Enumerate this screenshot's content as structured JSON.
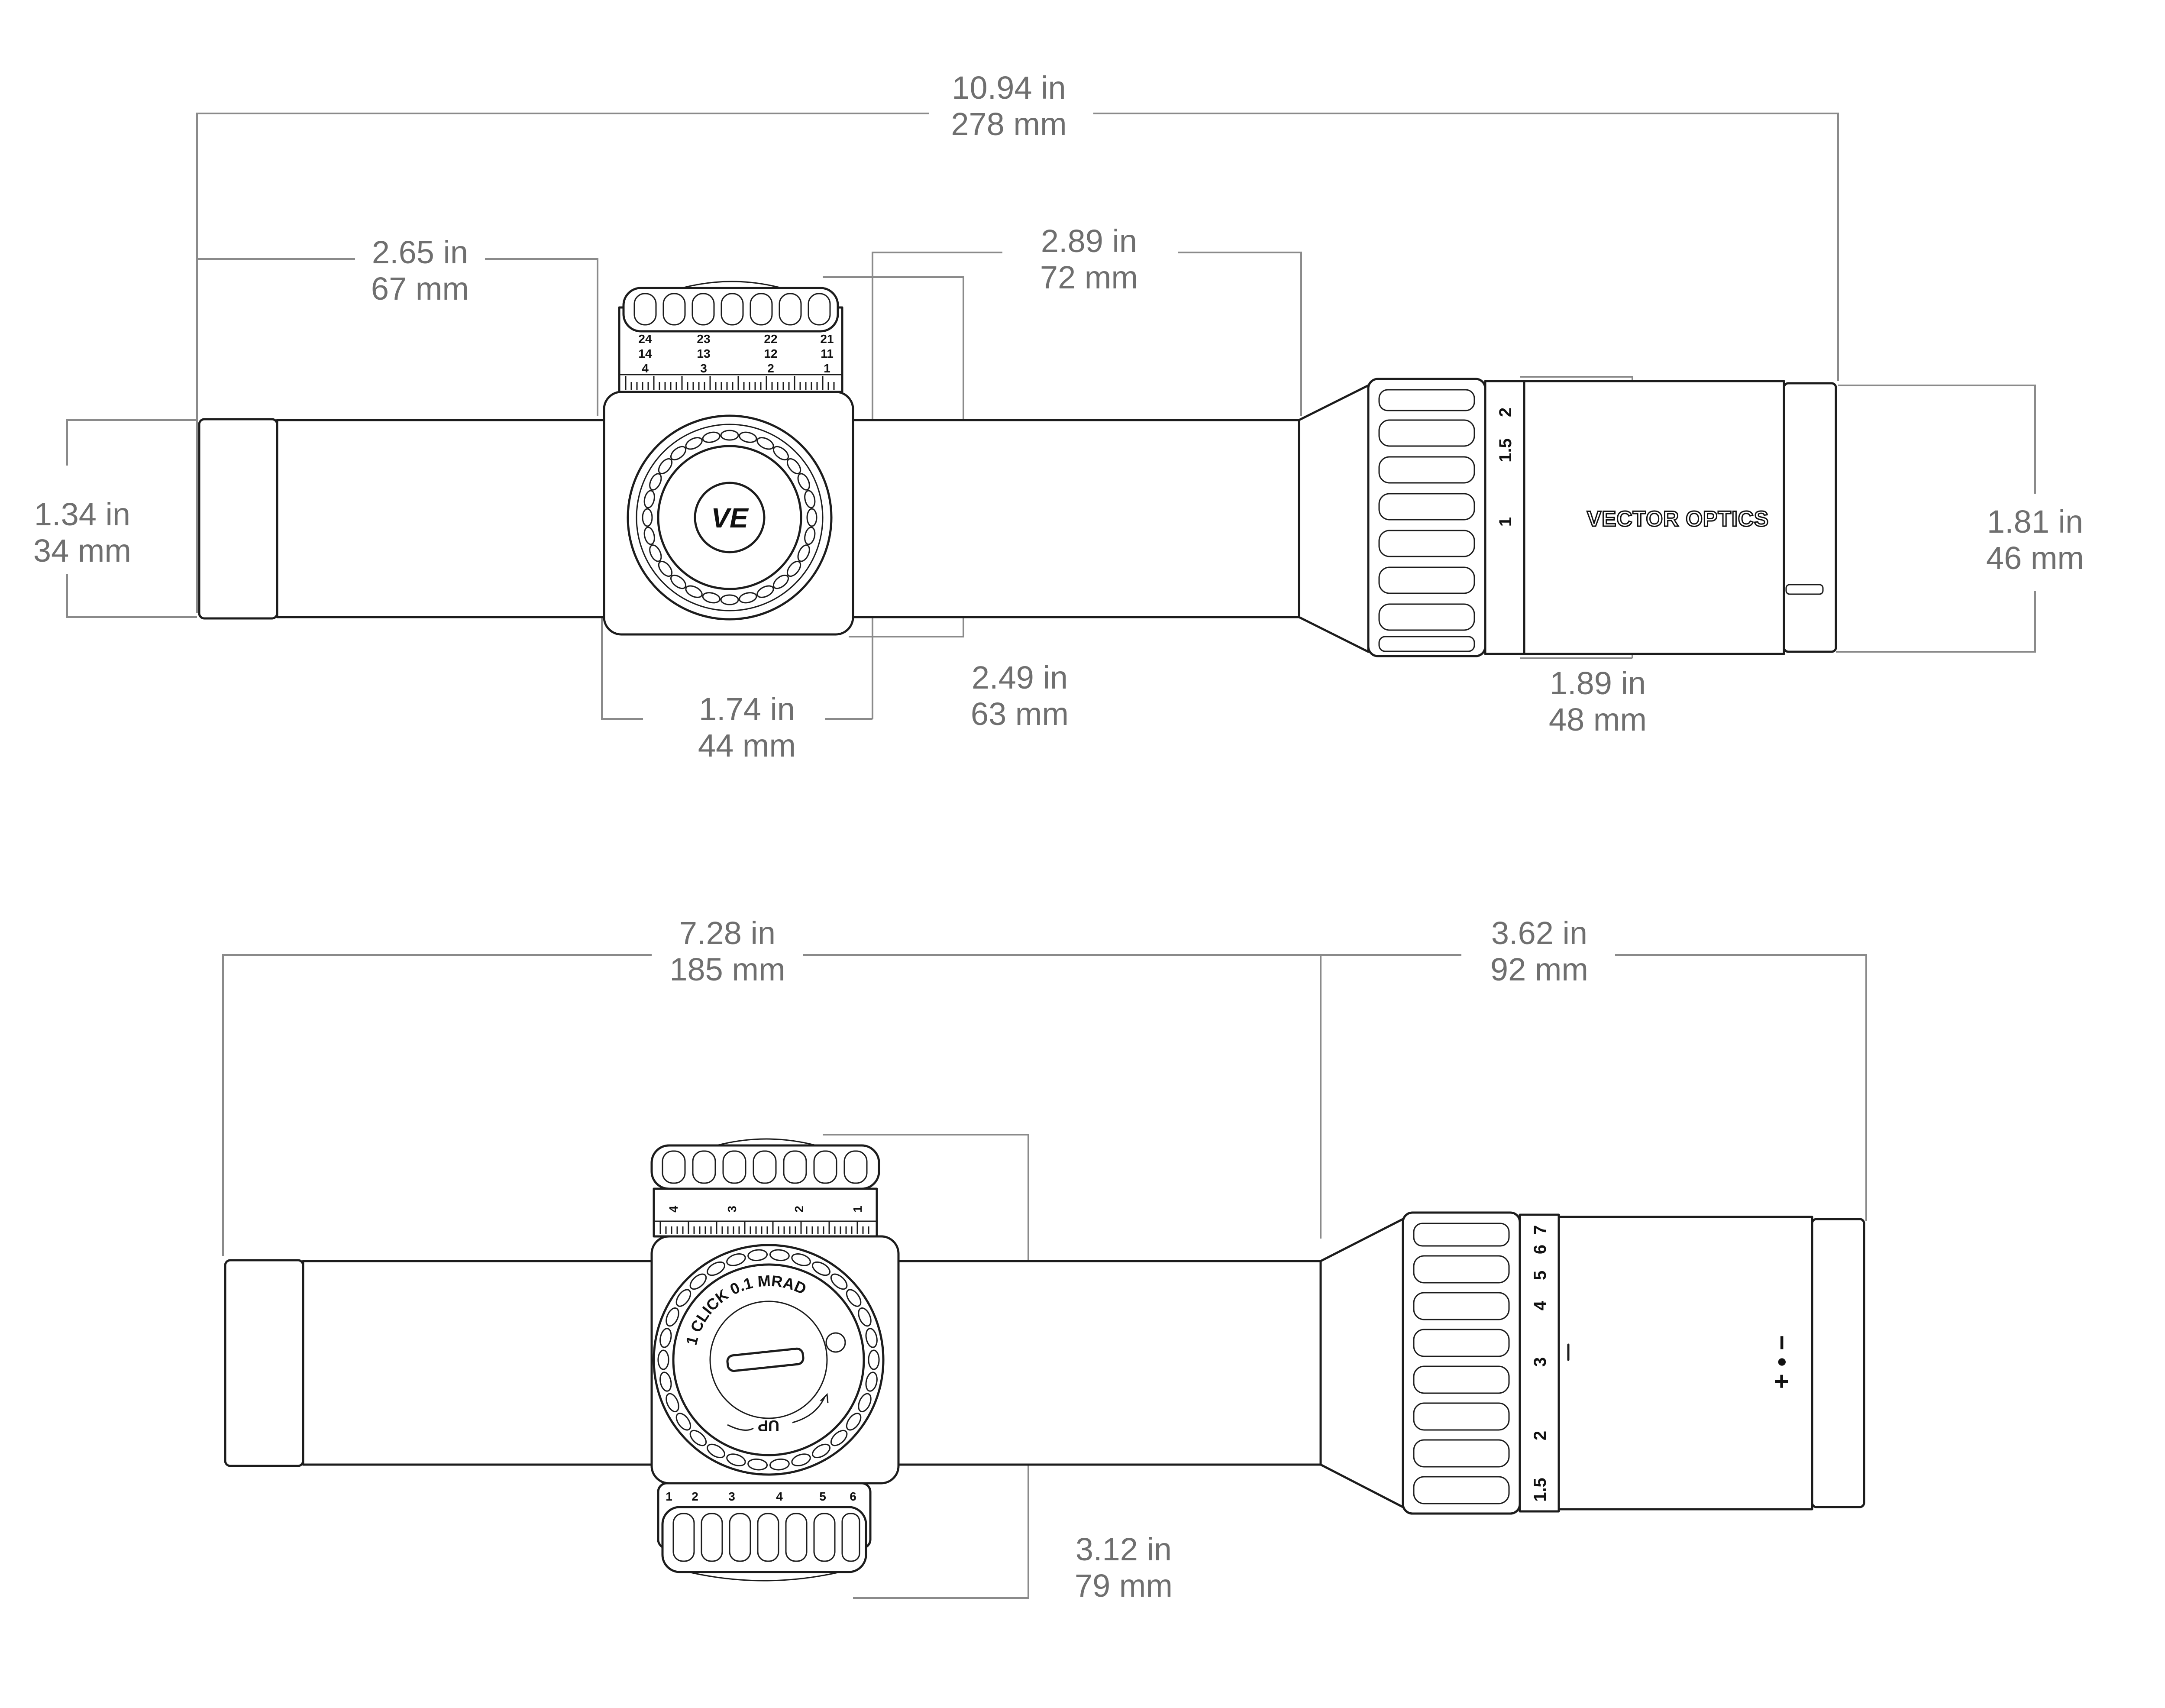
{
  "top_view": {
    "overall_length": {
      "in": "10.94 in",
      "mm": "278 mm"
    },
    "front_to_turret": {
      "in": "2.65 in",
      "mm": "67 mm"
    },
    "turret_to_eyepiece": {
      "in": "2.89 in",
      "mm": "72 mm"
    },
    "tube_diameter": {
      "in": "1.34 in",
      "mm": "34 mm"
    },
    "turret_width": {
      "in": "1.74 in",
      "mm": "44 mm"
    },
    "turret_height": {
      "in": "2.49 in",
      "mm": "63 mm"
    },
    "eyepiece_length": {
      "in": "1.89 in",
      "mm": "48 mm"
    },
    "eyepiece_diameter": {
      "in": "1.81 in",
      "mm": "46 mm"
    },
    "turret_scale_rows": [
      [
        "24",
        "23",
        "22",
        "21"
      ],
      [
        "14",
        "13",
        "12",
        "11"
      ],
      [
        "4",
        "3",
        "2",
        "1"
      ]
    ],
    "zoom_marks": [
      "2",
      "1.5",
      "1"
    ],
    "brand": "VECTOR OPTICS",
    "logo_mark": "VE"
  },
  "side_view": {
    "front_length": {
      "in": "7.28 in",
      "mm": "185 mm"
    },
    "rear_length": {
      "in": "3.62 in",
      "mm": "92 mm"
    },
    "turret_height": {
      "in": "3.12 in",
      "mm": "79 mm"
    },
    "turret_scale_numbers": [
      "4",
      "3",
      "2",
      "1"
    ],
    "turret_cap_text": "1 CLICK 0.1 MRAD",
    "up_text": "UP",
    "illum_scale_numbers": [
      "1",
      "2",
      "3",
      "4",
      "5",
      "6"
    ],
    "zoom_marks": [
      "1.5",
      "2",
      "3",
      "4",
      "5",
      "6",
      "7"
    ],
    "illum_symbols": "+ • −"
  },
  "colors": {
    "outline": "#1c1c1c",
    "dimension_line": "#8a8a8a",
    "dimension_text": "#6f6f6f"
  }
}
